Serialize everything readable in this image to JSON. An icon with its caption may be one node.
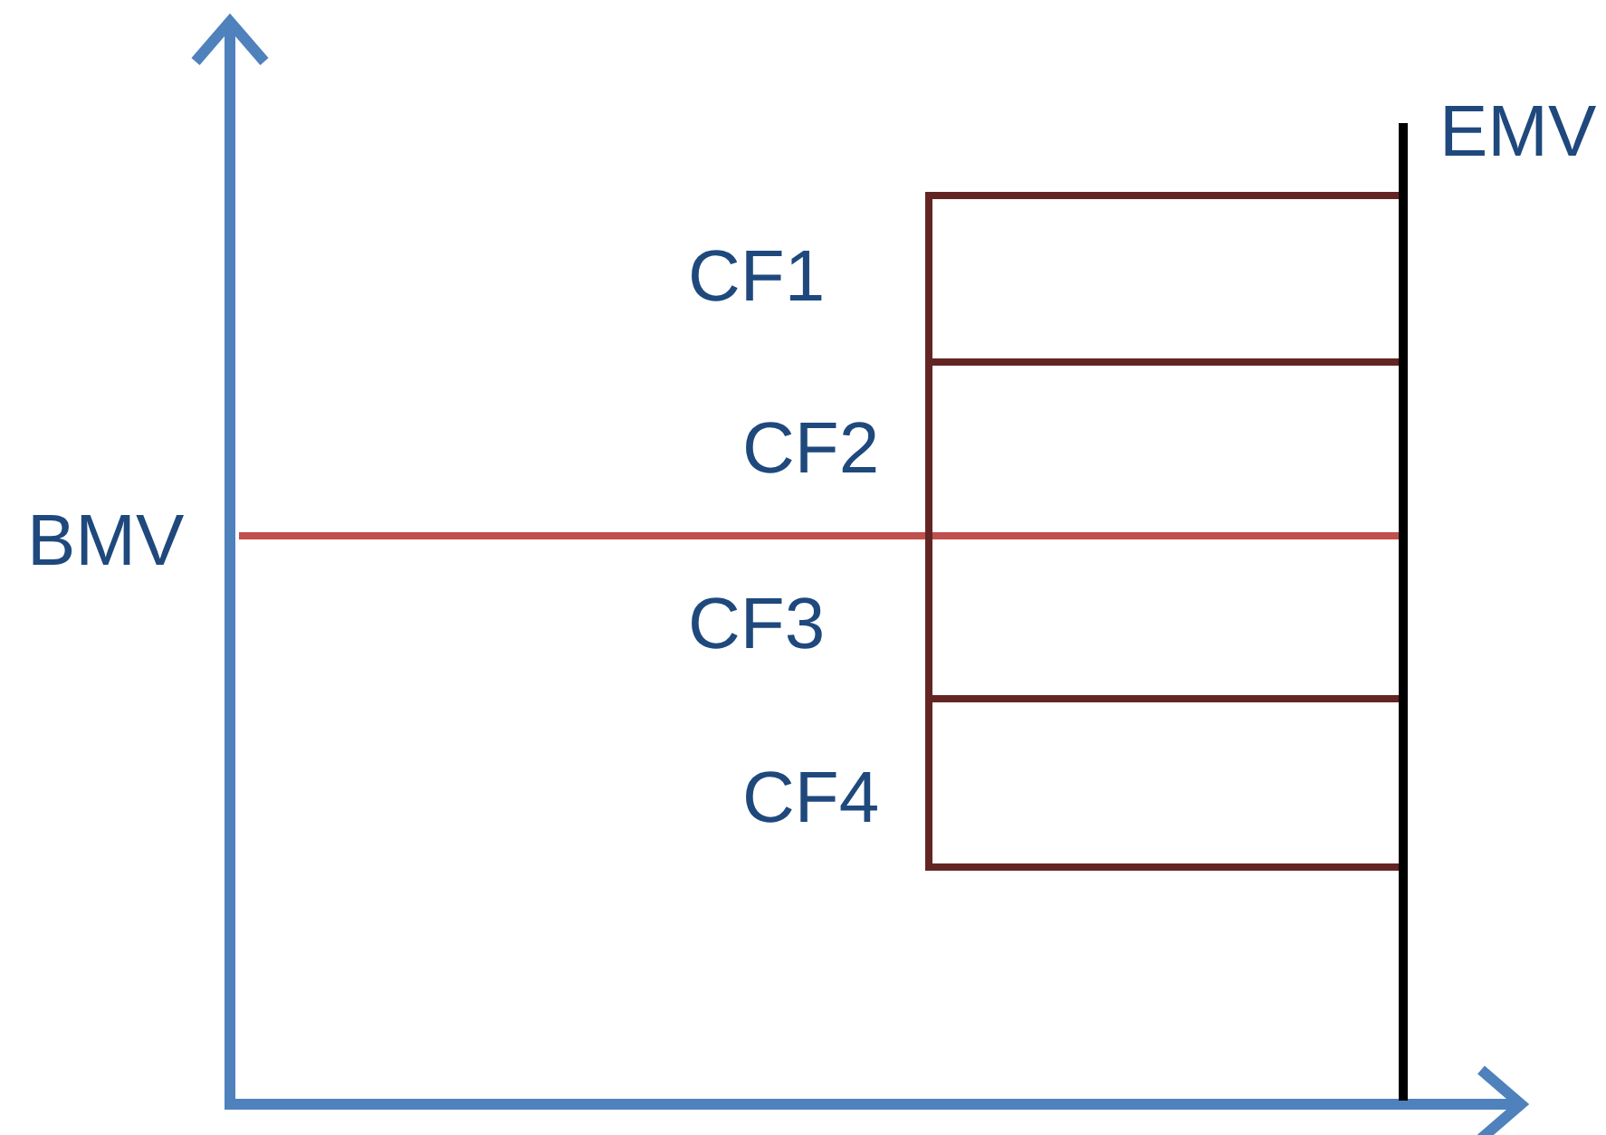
{
  "diagram": {
    "labels": [
      "EMV",
      "CF1",
      "CF2",
      "BMV",
      "CF3",
      "CF4"
    ]
  }
}
